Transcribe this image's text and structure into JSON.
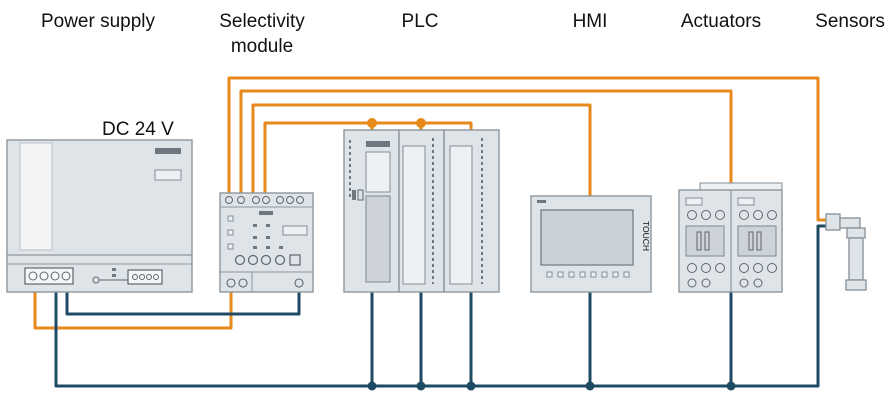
{
  "headers": {
    "power_supply": "Power supply",
    "selectivity_line1": "Selectivity",
    "selectivity_line2": "module",
    "plc": "PLC",
    "hmi": "HMI",
    "actuators": "Actuators",
    "sensors": "Sensors"
  },
  "power_supply_voltage": "DC 24 V",
  "hmi_brand": "TOUCH",
  "colors": {
    "power_line": "#e8891c",
    "ground_line": "#1e4a63",
    "device_body": "#dfe4e8"
  }
}
